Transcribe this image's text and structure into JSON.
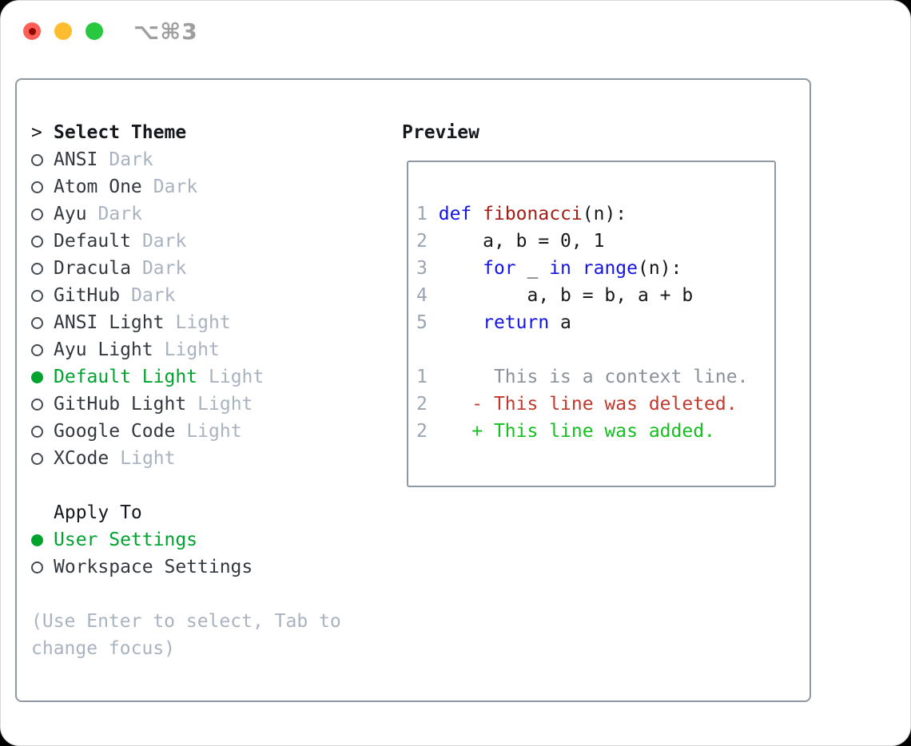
{
  "window": {
    "title": "⌥⌘3"
  },
  "traffic_lights": {
    "close": "#ff5f57",
    "close_dot": "#8e0b00",
    "minimize": "#febc2e",
    "maximize": "#28c840"
  },
  "colors": {
    "accent-green": "#00a32e",
    "keyword-blue": "#1414e6",
    "function-red": "#a31c15",
    "diff-added-green": "#15bf1f",
    "diff-deleted-red": "#c0392b",
    "context-gray": "#8a919a",
    "gutter-gray": "#9aa5b1",
    "muted-gray": "#a9b3c0",
    "text-dark": "#33383f",
    "heading-dark": "#15181c",
    "border-gray": "#8f99a4",
    "title-gray": "#9e9e9e",
    "tl-close": "#ff5f57",
    "tl-minimize": "#febc2e",
    "tl-maximize": "#28c840"
  },
  "theme_list": {
    "prompt": ">",
    "header": "Select Theme",
    "items": [
      {
        "name": "ANSI",
        "variant": "Dark",
        "selected": false
      },
      {
        "name": "Atom One",
        "variant": "Dark",
        "selected": false
      },
      {
        "name": "Ayu",
        "variant": "Dark",
        "selected": false
      },
      {
        "name": "Default",
        "variant": "Dark",
        "selected": false
      },
      {
        "name": "Dracula",
        "variant": "Dark",
        "selected": false
      },
      {
        "name": "GitHub",
        "variant": "Dark",
        "selected": false
      },
      {
        "name": "ANSI Light",
        "variant": "Light",
        "selected": false
      },
      {
        "name": "Ayu Light",
        "variant": "Light",
        "selected": false
      },
      {
        "name": "Default Light",
        "variant": "Light",
        "selected": true
      },
      {
        "name": "GitHub Light",
        "variant": "Light",
        "selected": false
      },
      {
        "name": "Google Code",
        "variant": "Light",
        "selected": false
      },
      {
        "name": "XCode",
        "variant": "Light",
        "selected": false
      }
    ]
  },
  "apply_to": {
    "header": "Apply To",
    "options": [
      {
        "name": "User Settings",
        "selected": true
      },
      {
        "name": "Workspace Settings",
        "selected": false
      }
    ]
  },
  "hint_lines": [
    "(Use Enter to select, Tab to",
    "change focus)"
  ],
  "preview": {
    "header": "Preview",
    "code_lines": [
      {
        "num": "1",
        "segments": [
          {
            "t": "def",
            "c": "keyword"
          },
          {
            "t": " "
          },
          {
            "t": "fibonacci",
            "c": "func"
          },
          {
            "t": "(n):"
          }
        ]
      },
      {
        "num": "2",
        "segments": [
          {
            "t": "    a, b = 0, 1"
          }
        ]
      },
      {
        "num": "3",
        "segments": [
          {
            "t": "    "
          },
          {
            "t": "for",
            "c": "keyword"
          },
          {
            "t": " _ "
          },
          {
            "t": "in",
            "c": "keyword"
          },
          {
            "t": " "
          },
          {
            "t": "range",
            "c": "keyword"
          },
          {
            "t": "(n):"
          }
        ]
      },
      {
        "num": "4",
        "segments": [
          {
            "t": "        a, b = b, a + b"
          }
        ]
      },
      {
        "num": "5",
        "segments": [
          {
            "t": "    "
          },
          {
            "t": "return",
            "c": "keyword"
          },
          {
            "t": " a"
          }
        ]
      }
    ],
    "diff_lines": [
      {
        "num": "1",
        "segments": [
          {
            "t": "     This is a context line.",
            "c": "context"
          }
        ]
      },
      {
        "num": "2",
        "segments": [
          {
            "t": "   "
          },
          {
            "t": "- This line was deleted.",
            "c": "deleted"
          }
        ]
      },
      {
        "num": "2",
        "segments": [
          {
            "t": "   "
          },
          {
            "t": "+ This line was added.",
            "c": "added"
          }
        ]
      }
    ]
  }
}
